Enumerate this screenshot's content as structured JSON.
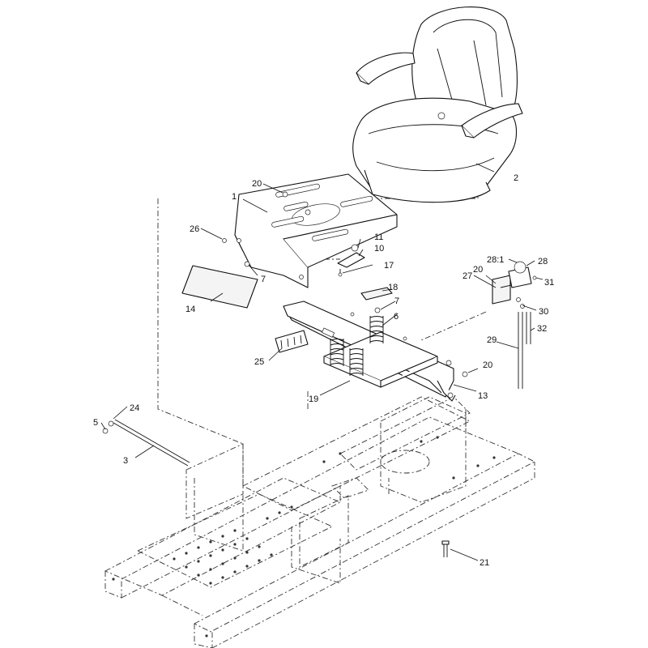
{
  "callouts": {
    "c1": "1",
    "c2": "2",
    "c3": "3",
    "c5": "5",
    "c6": "6",
    "c7a": "7",
    "c7b": "7",
    "c10": "10",
    "c11": "11",
    "c13": "13",
    "c14": "14",
    "c17": "17",
    "c18": "18",
    "c19": "19",
    "c20a": "20",
    "c20b": "20",
    "c20c": "20",
    "c21": "21",
    "c24": "24",
    "c25": "25",
    "c26": "26",
    "c27": "27",
    "c28": "28",
    "c28_1": "28:1",
    "c29": "29",
    "c30": "30",
    "c31": "31",
    "c32": "32"
  }
}
